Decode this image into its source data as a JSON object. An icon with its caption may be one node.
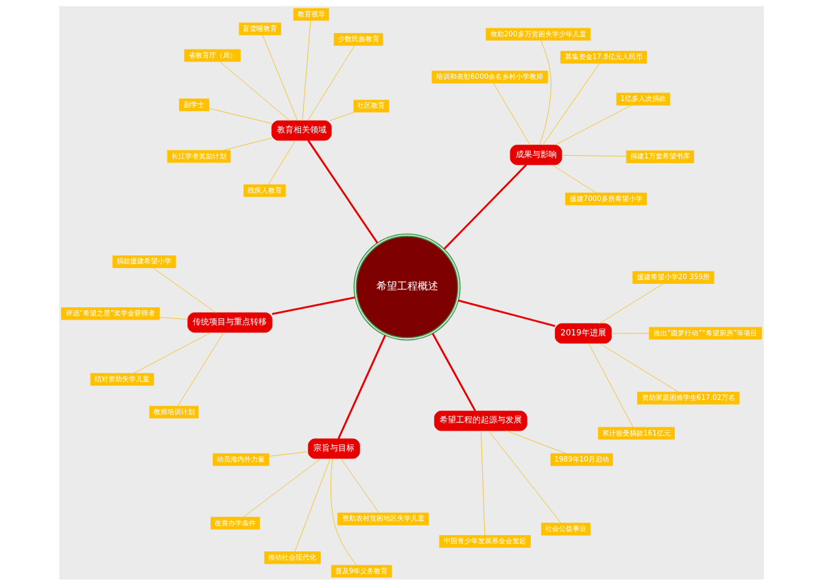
{
  "diagram": {
    "nodes": [
      {
        "text": [
          "希望工程概述"
        ]
      },
      {
        "text": [
          "希望工程的起源与发展"
        ]
      },
      {
        "text": [
          "中国青少年发展基金会发起"
        ]
      },
      {
        "text": [
          "1989年10月启动"
        ]
      },
      {
        "text": [
          "社会公益事业"
        ]
      },
      {
        "text": [
          "宗旨与目标"
        ]
      },
      {
        "text": [
          "动员海内外力量"
        ]
      },
      {
        "text": [
          "资助农村贫困地区失学儿童"
        ]
      },
      {
        "text": [
          "改善办学条件"
        ]
      },
      {
        "text": [
          "普及9年义务教育"
        ]
      },
      {
        "text": [
          "推动社会现代化"
        ]
      },
      {
        "text": [
          "成果与影响"
        ]
      },
      {
        "text": [
          "1亿多人次捐款"
        ]
      },
      {
        "text": [
          "募集资金17.8亿元人民币"
        ]
      },
      {
        "text": [
          "救助200多万贫困失学少年儿童"
        ]
      },
      {
        "text": [
          "援建7000多所希望小学"
        ]
      },
      {
        "text": [
          "捐建1万套希望书库"
        ]
      },
      {
        "text": [
          "培训和表彰6000余名乡村小学教师"
        ]
      },
      {
        "text": [
          "教育相关领域"
        ]
      },
      {
        "text": [
          "省教育厅（局）"
        ]
      },
      {
        "text": [
          "副学士"
        ]
      },
      {
        "text": [
          "长江学者奖励计划"
        ]
      },
      {
        "text": [
          "教育视导"
        ]
      },
      {
        "text": [
          "少数民族教育"
        ]
      },
      {
        "text": [
          "盲聋哑教育"
        ]
      },
      {
        "text": [
          "残疾人教育"
        ]
      },
      {
        "text": [
          "社区教育"
        ]
      },
      {
        "text": [
          "2019年进展"
        ]
      },
      {
        "text": [
          "累计接受捐款161亿元"
        ]
      },
      {
        "text": [
          "资助家庭困难学生617.02万名"
        ]
      },
      {
        "text": [
          "援建希望小学20 359所"
        ]
      },
      {
        "text": [
          "推出“圆梦行动”“希望厨房”等项目"
        ]
      },
      {
        "text": [
          "传统项目与重点转移"
        ]
      },
      {
        "text": [
          "结对资助失学儿童"
        ]
      },
      {
        "text": [
          "捐款援建希望小学"
        ]
      },
      {
        "text": [
          "教师培训计划"
        ]
      },
      {
        "text": [
          "评选“希望之星”奖学金获得者"
        ]
      }
    ],
    "edges": [
      {
        "from": 0,
        "to": 1,
        "arrow": "none",
        "style": "thick",
        "color": "#e60000"
      },
      {
        "from": 1,
        "to": 2,
        "arrow": "none"
      },
      {
        "from": 1,
        "to": 3,
        "arrow": "none"
      },
      {
        "from": 1,
        "to": 4,
        "arrow": "none"
      },
      {
        "from": 0,
        "to": 5,
        "arrow": "none",
        "style": "thick",
        "color": "#e60000"
      },
      {
        "from": 5,
        "to": 6,
        "arrow": "none"
      },
      {
        "from": 5,
        "to": 7,
        "arrow": "none"
      },
      {
        "from": 5,
        "to": 8,
        "arrow": "none"
      },
      {
        "from": 5,
        "to": 9,
        "arrow": "none"
      },
      {
        "from": 5,
        "to": 10,
        "arrow": "none"
      },
      {
        "from": 0,
        "to": 11,
        "arrow": "none",
        "style": "thick",
        "color": "#e60000"
      },
      {
        "from": 11,
        "to": 12,
        "arrow": "none"
      },
      {
        "from": 11,
        "to": 13,
        "arrow": "none"
      },
      {
        "from": 11,
        "to": 14,
        "arrow": "none"
      },
      {
        "from": 11,
        "to": 15,
        "arrow": "none"
      },
      {
        "from": 11,
        "to": 16,
        "arrow": "none"
      },
      {
        "from": 11,
        "to": 17,
        "arrow": "none"
      },
      {
        "from": 0,
        "to": 18,
        "arrow": "none",
        "style": "thick",
        "color": "#e60000"
      },
      {
        "from": 18,
        "to": 19,
        "arrow": "none"
      },
      {
        "from": 18,
        "to": 20,
        "arrow": "none"
      },
      {
        "from": 18,
        "to": 21,
        "arrow": "none"
      },
      {
        "from": 18,
        "to": 22,
        "arrow": "none"
      },
      {
        "from": 18,
        "to": 23,
        "arrow": "none"
      },
      {
        "from": 18,
        "to": 24,
        "arrow": "none"
      },
      {
        "from": 18,
        "to": 25,
        "arrow": "none"
      },
      {
        "from": 18,
        "to": 26,
        "arrow": "none"
      },
      {
        "from": 0,
        "to": 27,
        "arrow": "none",
        "style": "thick",
        "color": "#e60000"
      },
      {
        "from": 27,
        "to": 28,
        "arrow": "none"
      },
      {
        "from": 27,
        "to": 29,
        "arrow": "none"
      },
      {
        "from": 27,
        "to": 30,
        "arrow": "none"
      },
      {
        "from": 27,
        "to": 31,
        "arrow": "none"
      },
      {
        "from": 0,
        "to": 32,
        "arrow": "none",
        "style": "thick",
        "color": "#e60000"
      },
      {
        "from": 32,
        "to": 33,
        "arrow": "none"
      },
      {
        "from": 32,
        "to": 34,
        "arrow": "none"
      },
      {
        "from": 32,
        "to": 35,
        "arrow": "none"
      },
      {
        "from": 32,
        "to": 36,
        "arrow": "none"
      }
    ]
  }
}
